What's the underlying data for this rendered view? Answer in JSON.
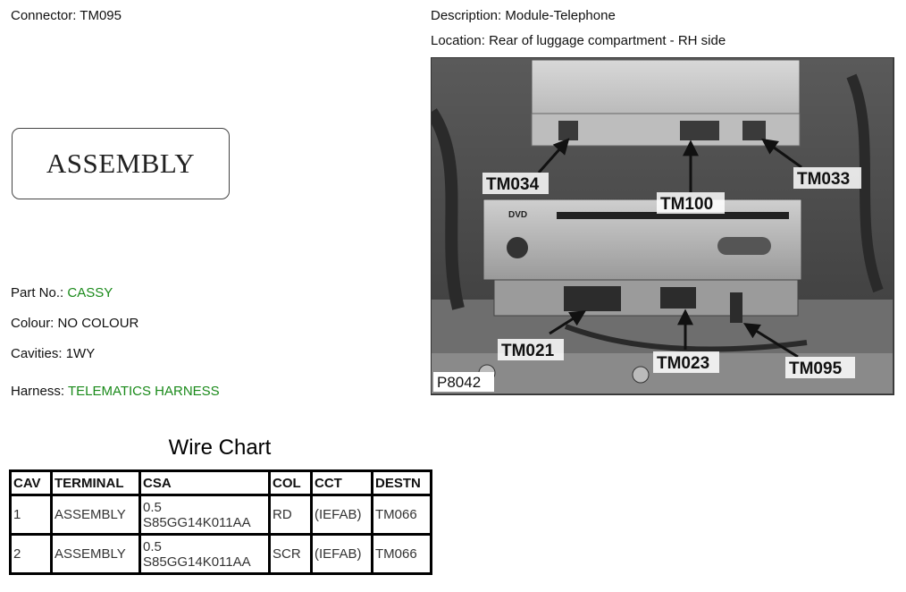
{
  "connector": {
    "label": "Connector:",
    "value": "TM095"
  },
  "description": {
    "label": "Description:",
    "value": "Module-Telephone"
  },
  "location": {
    "label": "Location:",
    "value": "Rear of luggage compartment - RH side"
  },
  "assembly_box": {
    "text": "ASSEMBLY"
  },
  "part_no": {
    "label": "Part No.:",
    "value": "CASSY"
  },
  "colour": {
    "label": "Colour:",
    "value": "NO COLOUR"
  },
  "cavities": {
    "label": "Cavities:",
    "value": "1WY"
  },
  "harness": {
    "label": "Harness:",
    "value": "TELEMATICS HARNESS"
  },
  "wire_chart": {
    "title": "Wire Chart",
    "headers": [
      "CAV",
      "TERMINAL",
      "CSA",
      "COL",
      "CCT",
      "DESTN"
    ],
    "rows": [
      {
        "cav": "1",
        "terminal": "ASSEMBLY",
        "csa_1": "0.5",
        "csa_2": "S85GG14K011AA",
        "col": "RD",
        "cct": "(IEFAB)",
        "destn": "TM066"
      },
      {
        "cav": "2",
        "terminal": "ASSEMBLY",
        "csa_1": "0.5",
        "csa_2": "S85GG14K011AA",
        "col": "SCR",
        "cct": "(IEFAB)",
        "destn": "TM066"
      }
    ]
  },
  "photo": {
    "callouts": {
      "tm034": "TM034",
      "tm100": "TM100",
      "tm033": "TM033",
      "tm021": "TM021",
      "tm023": "TM023",
      "tm095": "TM095"
    },
    "ref": "P8042",
    "dvd_logo": "DVD"
  },
  "colors": {
    "green_value": "#1a8a1a"
  }
}
